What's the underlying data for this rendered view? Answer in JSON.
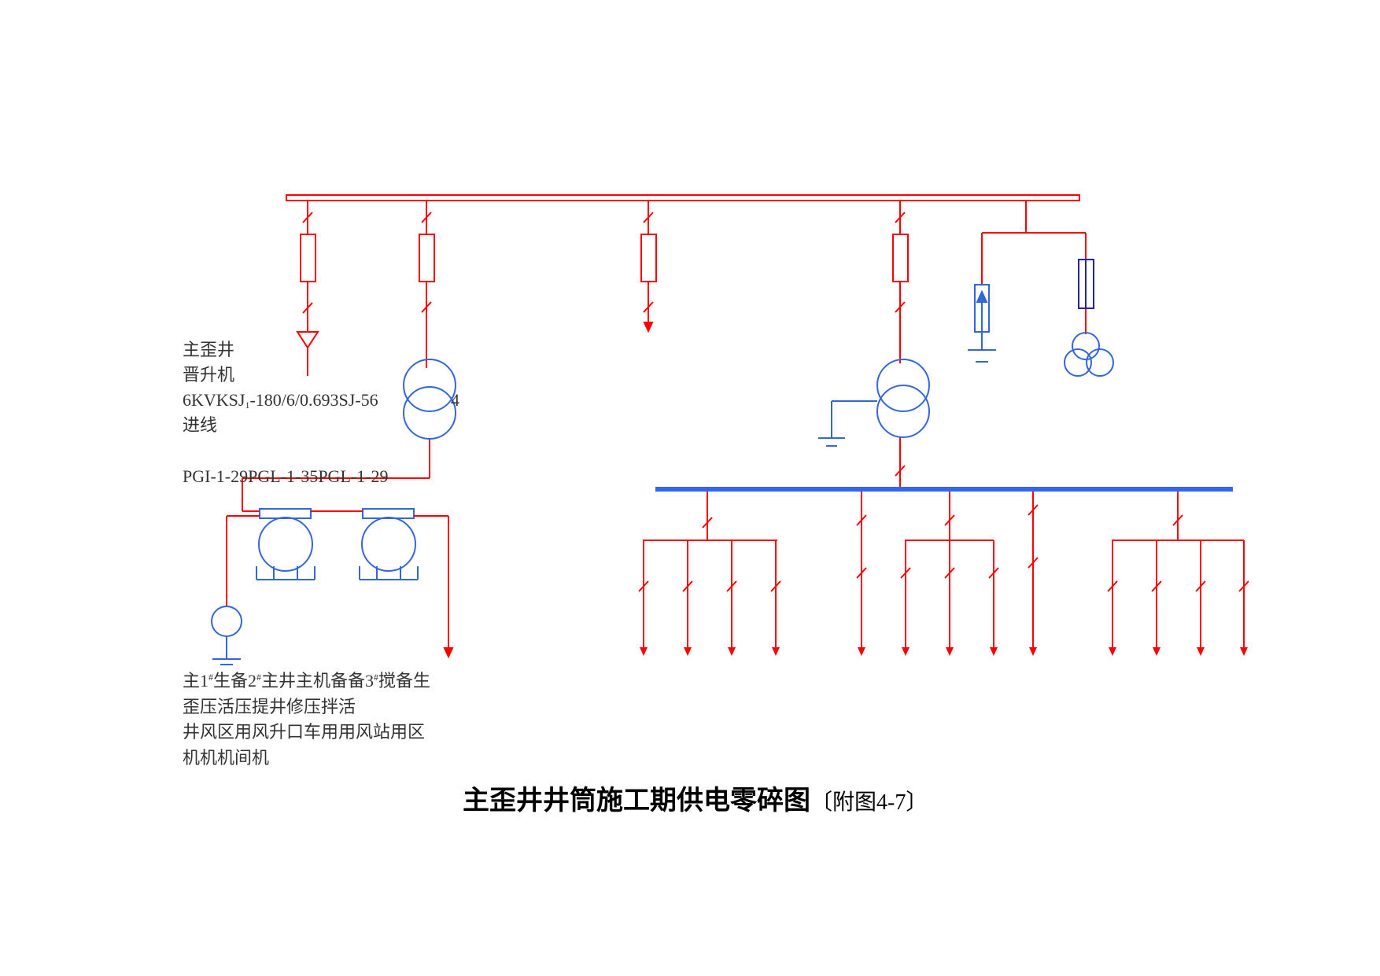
{
  "colors": {
    "main_line": "#ff0000",
    "equipment": "#3366dd",
    "busbar_low": "#3366ee",
    "text": "#333333",
    "title": "#000000"
  },
  "left_labels": {
    "line1": "主歪井",
    "line2": "晋升机",
    "line3_pre": "6KVKSJ",
    "line3_sub": "1",
    "line3_post": "-180/6/0.693SJ-56",
    "line3_tail": "4",
    "line4": "进线",
    "panels": "PGI-1-29PGL-1-35PGL-1-29"
  },
  "bottom_labels": {
    "row1_a": "主1",
    "row1_sup1": "#",
    "row1_b": "生备2",
    "row1_sup2": "#",
    "row1_c": "主井主机备备3",
    "row1_sup3": "#",
    "row1_d": "搅备生",
    "row2": "歪压活压提井修压拌活",
    "row3": "井风区用风升口车用用风站用区",
    "row4": "机机机间机"
  },
  "title": {
    "main": "主歪井井筒施工期供电零碎图",
    "note": "〔附图4-7〕"
  }
}
